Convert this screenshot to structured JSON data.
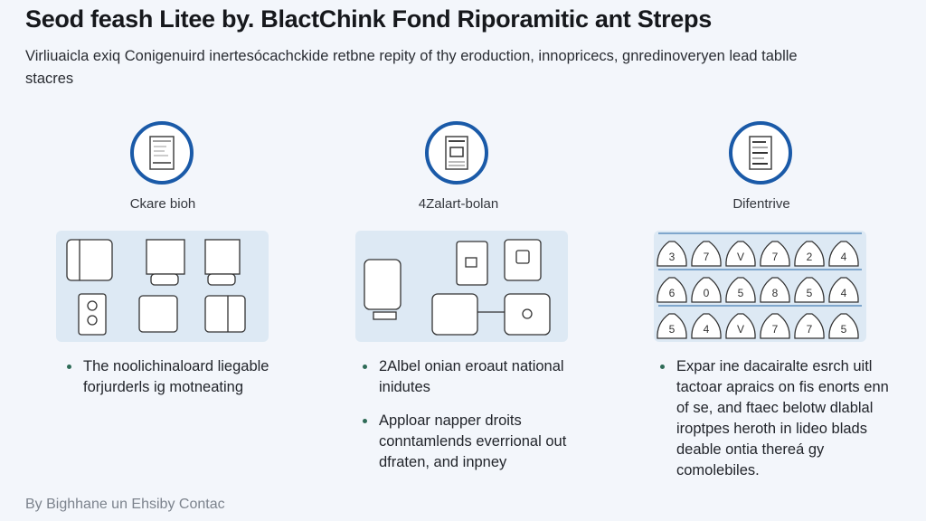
{
  "header": {
    "title": "Seod feash Litee by. BlactChink Fond Riporamitic ant Streps",
    "subtitle": "Virliuaicla exiq Conigenuird inertesócachckide retbne repity of thy eroduction, innopricecs, gnredinoveryen lead tablle stacres"
  },
  "columns": [
    {
      "label": "Ckare bioh",
      "icon": "document-icon",
      "bullets": [
        "The noolichinaloard liegable forjurderls ig motneating"
      ]
    },
    {
      "label": "4Zalart-bolan",
      "icon": "tablet-document-icon",
      "bullets": [
        "2Albel onian eroaut national inidutes",
        "Apploar napper droits conntamlends everrional out dfraten, and inpney"
      ]
    },
    {
      "label": "Difentrive",
      "icon": "report-icon",
      "bullets": [
        "Expar ine dacairalte esrch uitl tactoar apraics on fis enorts enn of se, and ftaec belotw dlablal iroptpes heroth in lideo blads deable ontia thereá gy comolebiles."
      ],
      "bag_digits": [
        "3",
        "7",
        "V",
        "7",
        "2",
        "4",
        "6",
        "0",
        "5",
        "8",
        "5",
        "4",
        "5",
        "4",
        "V",
        "7",
        "7",
        "5"
      ]
    }
  ],
  "footer": {
    "text": "By Bighhane un Ehsiby Contac"
  },
  "colors": {
    "accent": "#1a5aa8",
    "panel": "#dde9f4",
    "background": "#f3f6fb"
  }
}
